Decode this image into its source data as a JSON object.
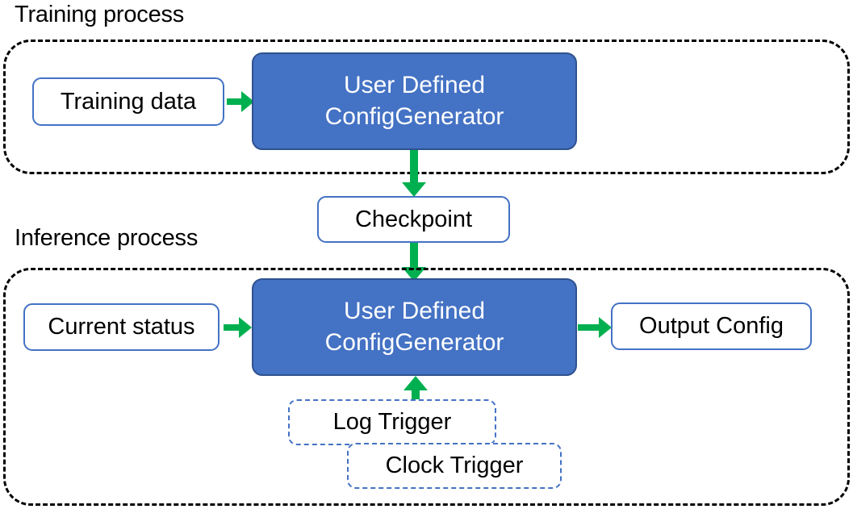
{
  "diagram": {
    "title_training": "Training process",
    "title_inference": "Inference process",
    "colors": {
      "process_fill": "#4472C4",
      "process_stroke": "#2F528F",
      "box_stroke": "#4472C4",
      "arrow": "#00B050",
      "container_stroke": "#000000",
      "text_dark": "#000000",
      "text_light": "#FFFFFF"
    }
  },
  "training": {
    "label": "Training process",
    "input_box": "Training data",
    "process_box": "User Defined\nConfigGenerator",
    "process_line1": "User Defined",
    "process_line2": "ConfigGenerator"
  },
  "checkpoint": {
    "label": "Checkpoint"
  },
  "inference": {
    "label": "Inference process",
    "input_box": "Current status",
    "process_line1": "User Defined",
    "process_line2": "ConfigGenerator",
    "output_box": "Output Config",
    "triggers": [
      {
        "label": "Log Trigger"
      },
      {
        "label": "Clock Trigger"
      }
    ]
  },
  "arrows": [
    {
      "name": "training-data-to-generator",
      "direction": "right"
    },
    {
      "name": "training-generator-to-checkpoint",
      "direction": "down"
    },
    {
      "name": "checkpoint-to-inference-generator",
      "direction": "down"
    },
    {
      "name": "current-status-to-generator",
      "direction": "right"
    },
    {
      "name": "generator-to-output-config",
      "direction": "right"
    },
    {
      "name": "triggers-to-generator",
      "direction": "up"
    }
  ]
}
